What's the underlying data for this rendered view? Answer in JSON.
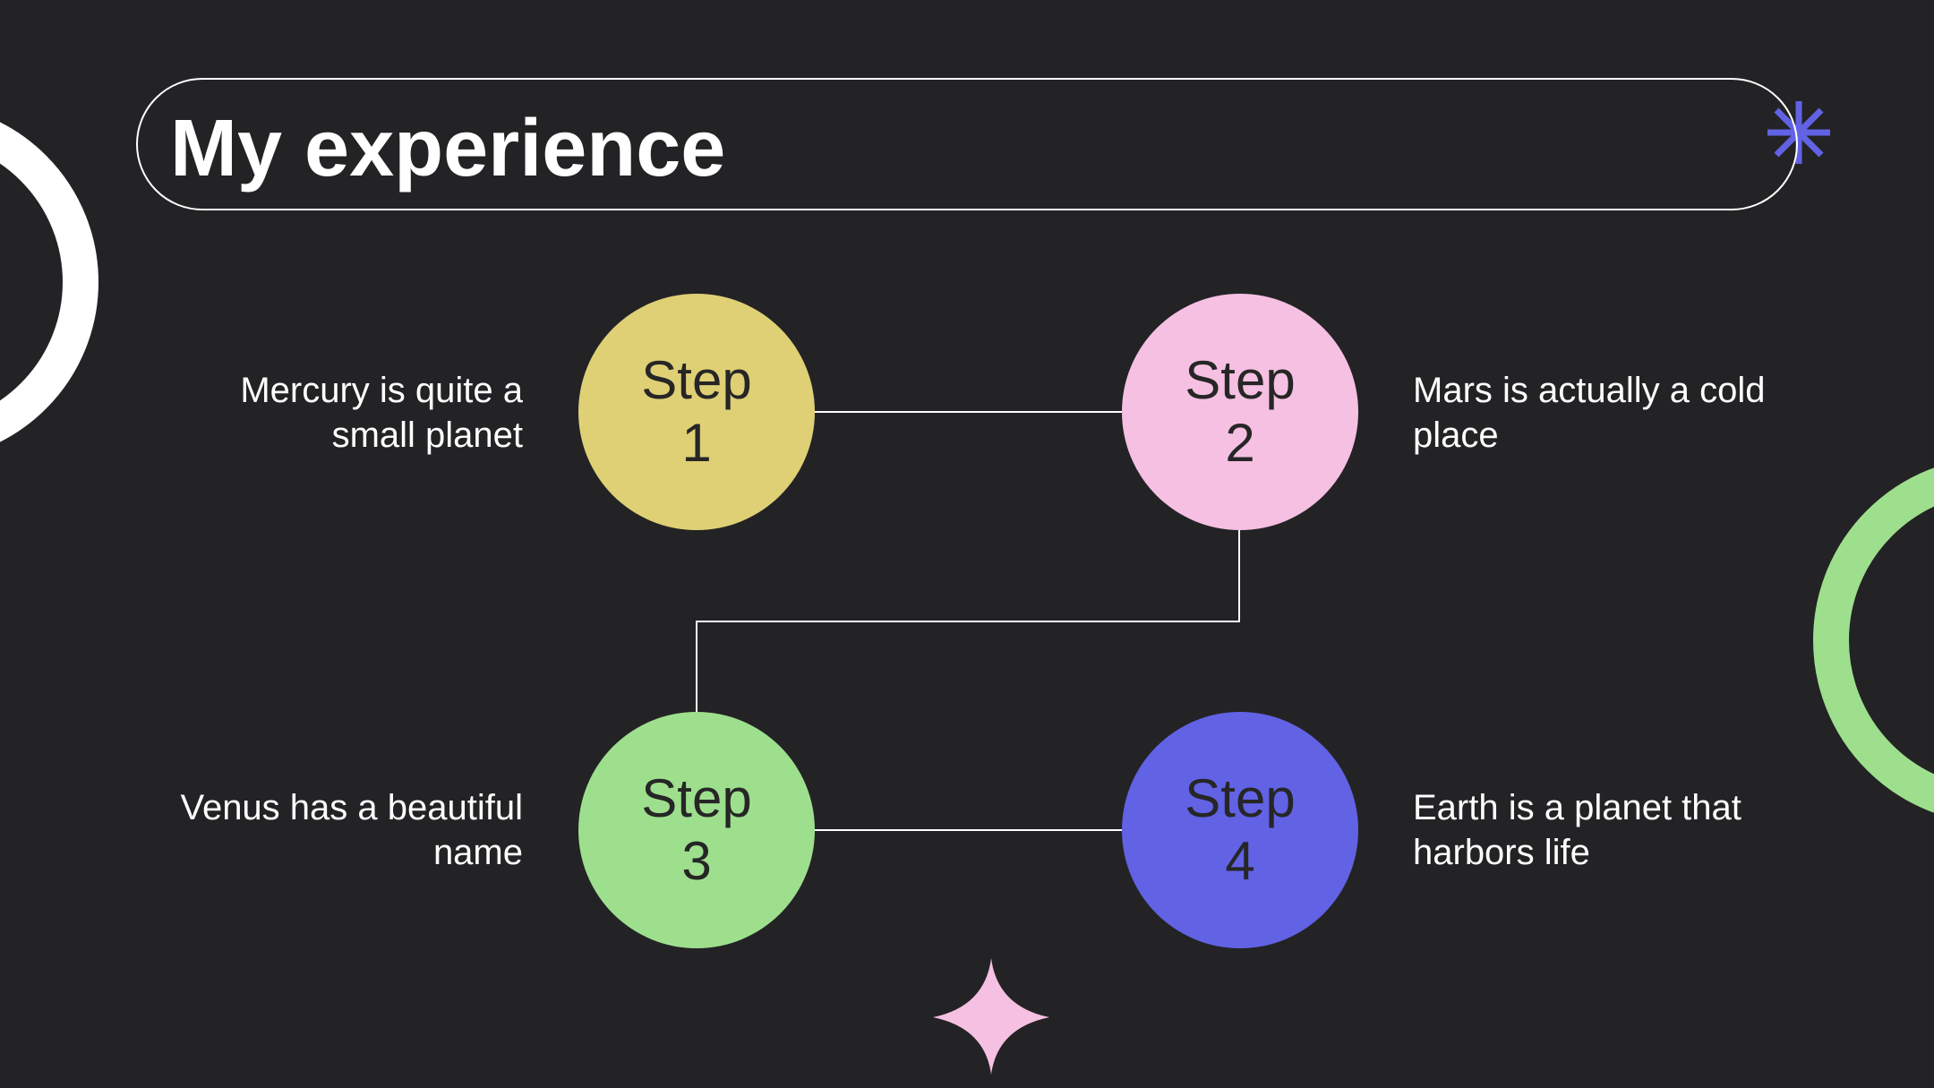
{
  "title": "My experience",
  "steps": [
    {
      "label": "Step",
      "number": "1",
      "description": "Mercury is quite a small planet",
      "color": "#DFD076"
    },
    {
      "label": "Step",
      "number": "2",
      "description": "Mars is actually a cold place",
      "color": "#F6C0E2"
    },
    {
      "label": "Step",
      "number": "3",
      "description": "Venus has a beautiful name",
      "color": "#9EDF8E"
    },
    {
      "label": "Step",
      "number": "4",
      "description": "Earth is a planet that harbors life",
      "color": "#6262E5"
    }
  ],
  "colors": {
    "background": "#232325",
    "accent_blue": "#6262E5",
    "accent_pink": "#F6C0E2",
    "accent_green": "#9EDF8E",
    "line": "#FFFFFF"
  },
  "decorations": [
    "asterisk-icon",
    "sparkle-icon",
    "ring-left",
    "ring-right"
  ]
}
